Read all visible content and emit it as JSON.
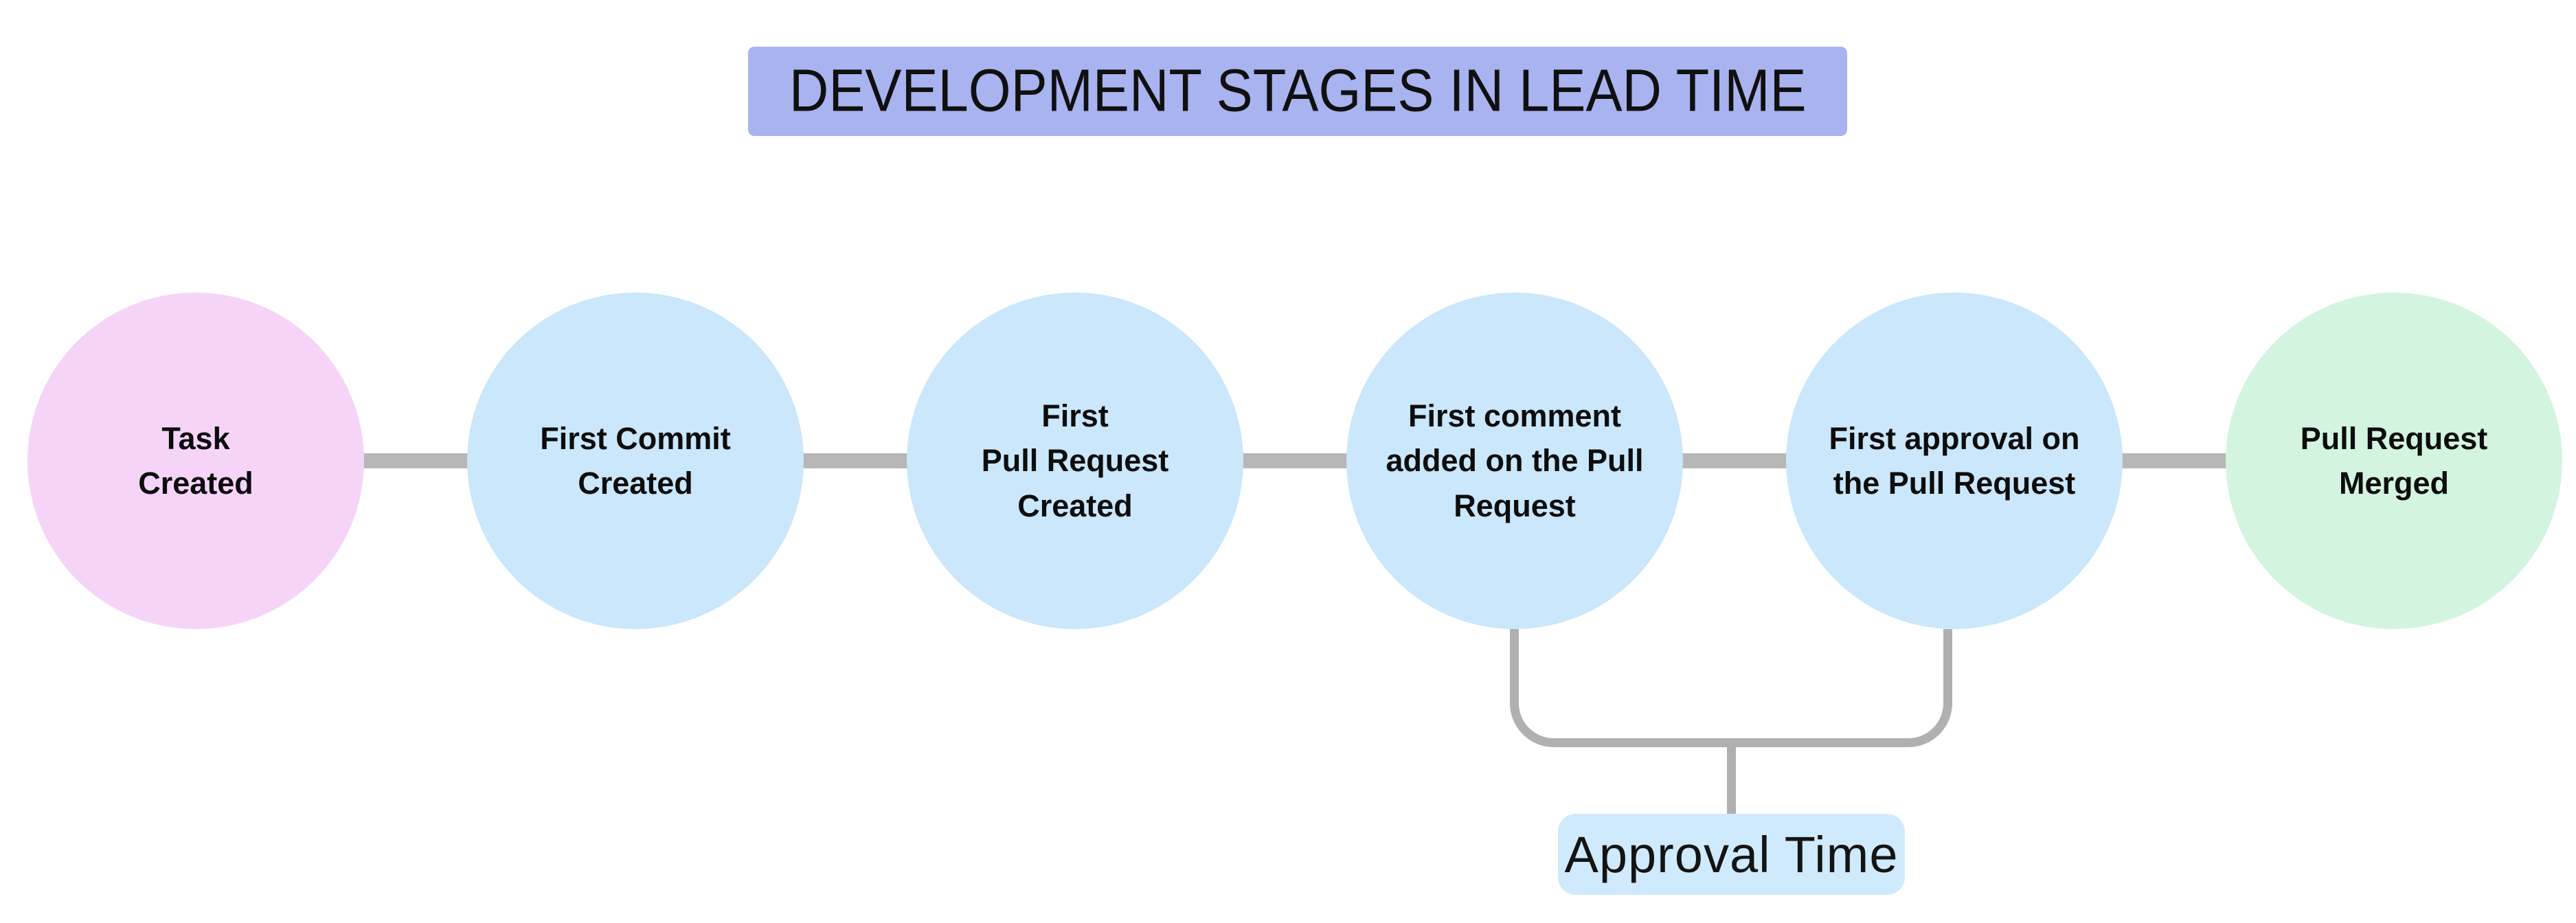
{
  "title": {
    "text": "DEVELOPMENT STAGES IN LEAD TIME"
  },
  "stages": [
    {
      "label": "Task\nCreated",
      "fill": "#f6d4f8",
      "role": "start"
    },
    {
      "label": "First Commit\nCreated",
      "fill": "#cae7fb",
      "role": "middle"
    },
    {
      "label": "First\nPull Request\nCreated",
      "fill": "#cae7fb",
      "role": "middle"
    },
    {
      "label": "First comment\nadded on the Pull\nRequest",
      "fill": "#cae7fb",
      "role": "middle"
    },
    {
      "label": "First approval on\nthe Pull Request",
      "fill": "#cae7fb",
      "role": "middle"
    },
    {
      "label": "Pull Request\nMerged",
      "fill": "#d3f5df",
      "role": "end"
    }
  ],
  "annotation": {
    "label": "Approval Time",
    "fill": "#cfeafc",
    "from_stage_index": 3,
    "to_stage_index": 4
  },
  "colors": {
    "background": "#ffffff",
    "title_bg": "#a9b3ef",
    "connector": "#b7b7b7",
    "bracket": "#b0b0b0",
    "text": "#0d0d0d"
  }
}
